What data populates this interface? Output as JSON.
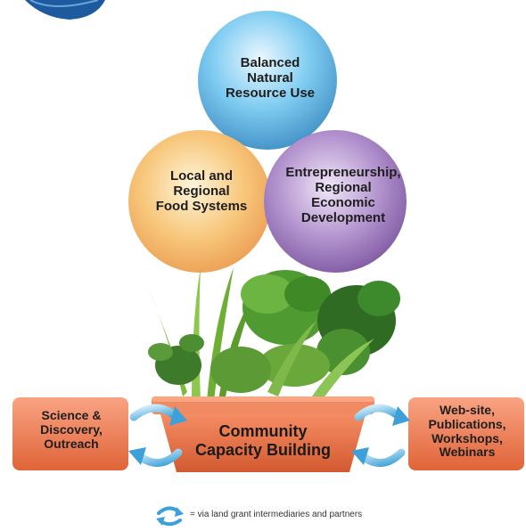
{
  "circles": {
    "top": {
      "lines": [
        "Balanced",
        "Natural",
        "Resource Use"
      ],
      "color": "#4fb6e8"
    },
    "left": {
      "lines": [
        "Local and",
        "Regional",
        "Food Systems"
      ],
      "color": "#f2b24a"
    },
    "right": {
      "lines": [
        "Entrepreneurship,",
        "Regional",
        "Economic",
        "Development"
      ],
      "color": "#8b5bb0"
    }
  },
  "boxes": {
    "left": {
      "lines": [
        "Science &",
        "Discovery,",
        "Outreach"
      ]
    },
    "right": {
      "lines": [
        "Web-site,",
        "Publications,",
        "Workshops,",
        "Webinars"
      ]
    },
    "color": "#ec7a52"
  },
  "pot": {
    "lines": [
      "Community",
      "Capacity Building"
    ],
    "color": "#e8744a"
  },
  "legend": {
    "icon": "circular-arrows-icon",
    "text": "= via land grant intermediaries and partners"
  },
  "colors": {
    "arrow": "#3ea0d8",
    "leaf_dark": "#2f6b22",
    "leaf_light": "#7cba3a"
  }
}
